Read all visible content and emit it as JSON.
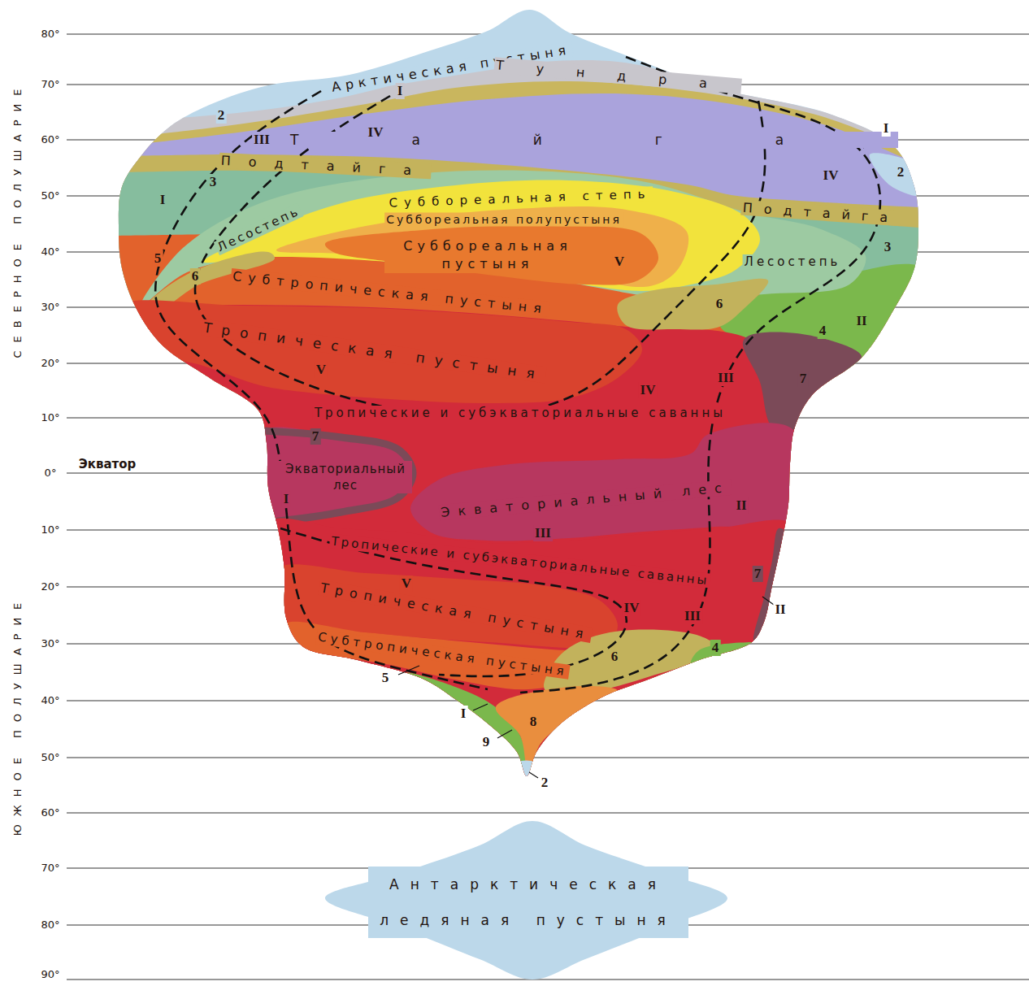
{
  "diagram": {
    "nodes": [
      {
        "text": [
          "Арктическая пустыня"
        ]
      },
      {
        "text": [
          "Тундра"
        ]
      },
      {
        "text": [
          "Тайга"
        ]
      },
      {
        "text": [
          "Подтайга",
          "Подтайга"
        ]
      },
      {
        "text": [
          "Лесостепь",
          "Лесостепь"
        ]
      },
      {
        "text": [
          "Суббореальная степь"
        ],
        "in": 4
      },
      {
        "text": [
          "Суббореальная полупустыня"
        ],
        "in": 5
      },
      {
        "text": [
          "Суббореальная пустыня"
        ],
        "in": 6
      },
      {
        "text": [
          "Субтропическая пустыня"
        ]
      },
      {
        "text": [
          "Тропическая пустыня"
        ]
      },
      {
        "text": [
          "Тропические и субэкваториальные саванны"
        ]
      },
      {
        "text": [
          "Экваториальный лес",
          "Экваториальный лес"
        ]
      },
      {
        "text": [
          "Тропические и субэкваториальные саванны"
        ]
      },
      {
        "text": [
          "Тропическая пустыня"
        ]
      },
      {
        "text": [
          "Субтропическая пустыня"
        ]
      },
      {
        "text": [
          "Антарктическая ледяная пустыня"
        ]
      }
    ],
    "labels": [
      "80°",
      "70°",
      "60°",
      "50°",
      "40°",
      "30°",
      "20°",
      "10°",
      "0°",
      "10°",
      "20°",
      "30°",
      "40°",
      "50°",
      "60°",
      "70°",
      "80°",
      "90°",
      "СЕВЕРНОЕ ПОЛУШАРИЕ",
      "ЮЖНОЕ ПОЛУШАРИЕ",
      "Экватор",
      "2",
      "III",
      "IV",
      "I",
      "I",
      "2",
      "IV",
      "I",
      "3",
      "3",
      "5",
      "6",
      "V",
      "6",
      "II",
      "4",
      "7",
      "V",
      "III",
      "IV",
      "7",
      "I",
      "II",
      "III",
      "V",
      "7",
      "IV",
      "III",
      "II",
      "6",
      "4",
      "5",
      "I",
      "8",
      "9",
      "2"
    ]
  }
}
